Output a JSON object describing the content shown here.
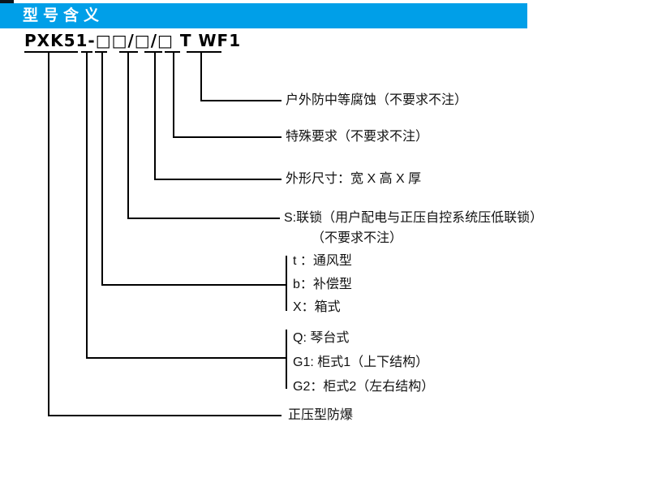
{
  "header": {
    "title": "型号含义"
  },
  "model": {
    "code": "PXK51-□□/□/□ T WF1"
  },
  "colors": {
    "header_bar": "#009FE8",
    "header_accent": "#0C151D",
    "line": "#000000",
    "text": "#111111",
    "header_text": "#FFFFFF"
  },
  "annotations": {
    "corrosion": "户外防中等腐蚀（不要求不注）",
    "special": "特殊要求（不要求不注）",
    "dimensions": "外形尺寸：宽 X 高 X 厚",
    "interlock_line1": "S:联锁（用户配电与正压自控系统压低联锁）",
    "interlock_line2": "（不要求不注）",
    "vent_types": [
      "t ：通风型",
      "b：补偿型",
      "X：箱式"
    ],
    "structure_types": [
      "Q: 琴台式",
      "G1: 柜式1（上下结构）",
      "G2：柜式2（左右结构）"
    ],
    "base": "正压型防爆"
  }
}
